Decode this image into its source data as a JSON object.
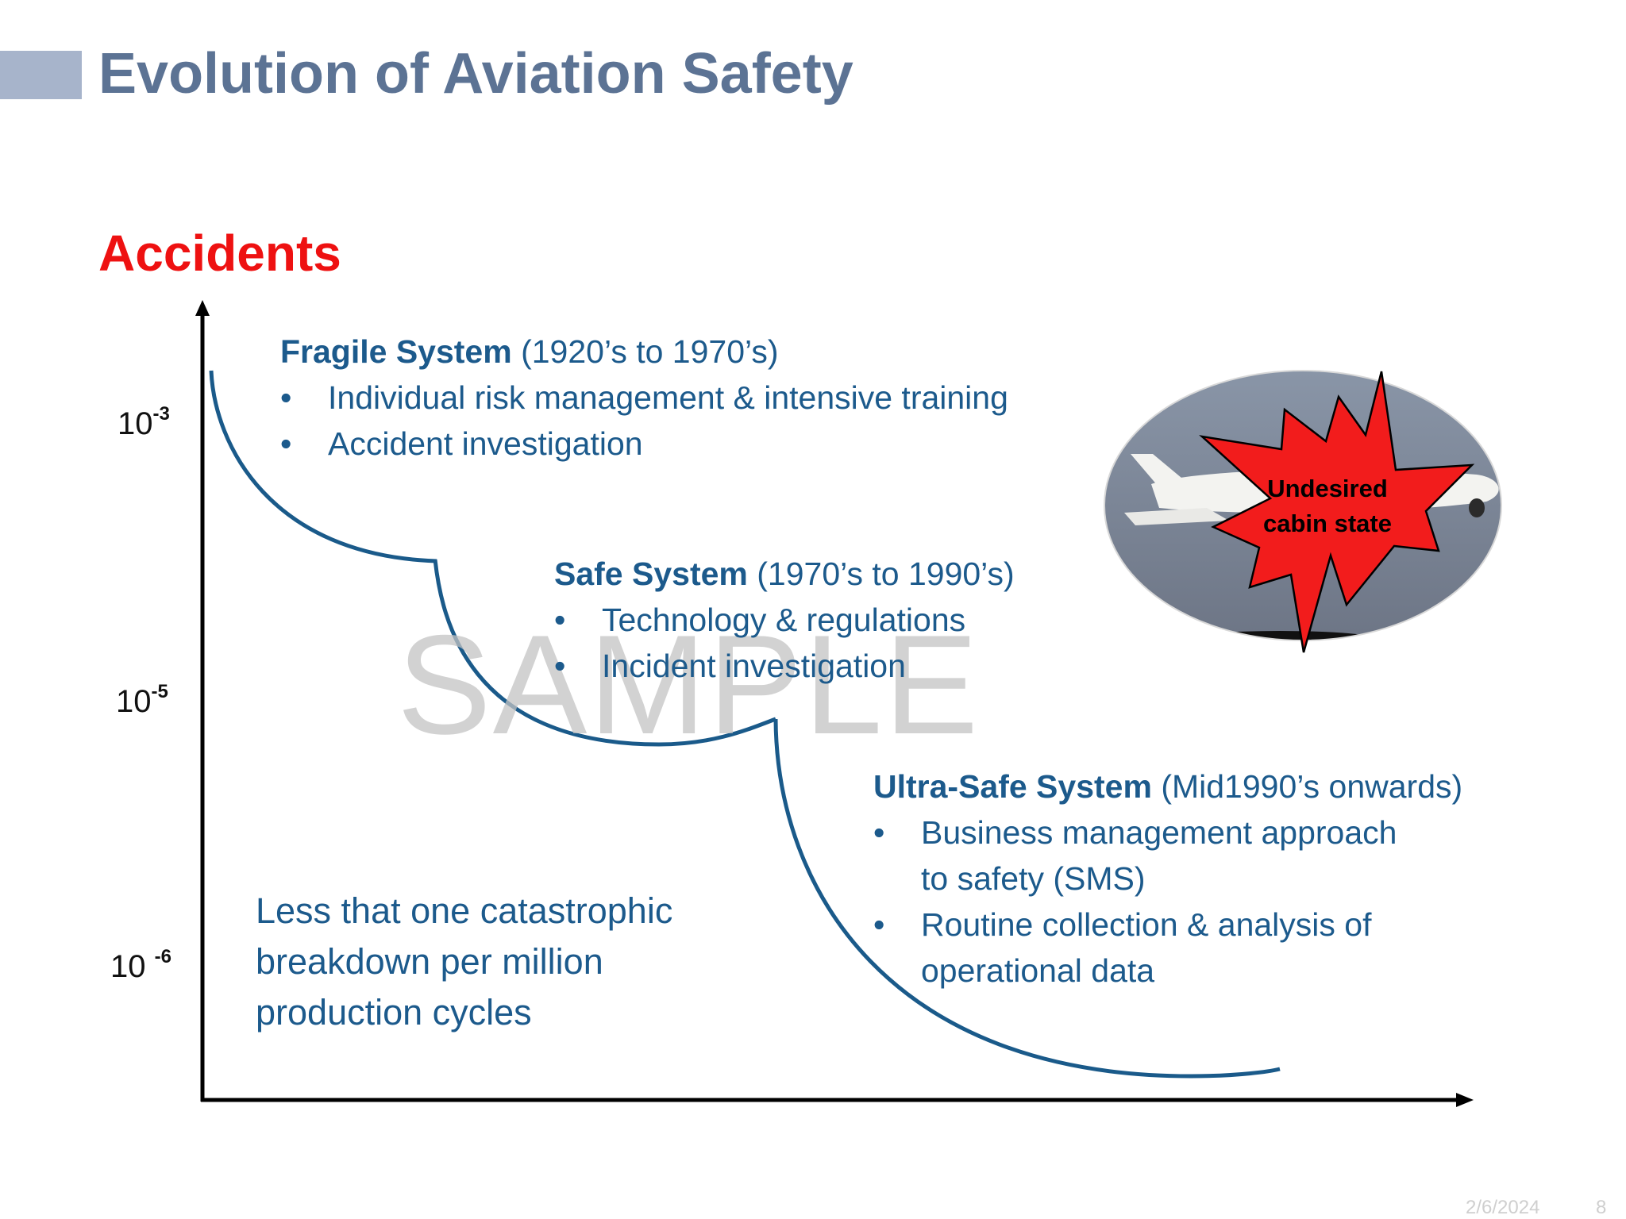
{
  "slide": {
    "title": "Evolution of Aviation Safety",
    "y_axis_label": "Accidents",
    "date": "2/6/2024",
    "page_number": "8"
  },
  "axis": {
    "tick_1e3": {
      "base": "10",
      "exp": "-3"
    },
    "tick_1e5": {
      "base": "10",
      "exp": "-5"
    },
    "tick_1e6": {
      "base": "10 ",
      "exp": "-6"
    }
  },
  "stages": {
    "fragile": {
      "name": "Fragile System",
      "period": "(1920’s to 1970’s)",
      "bullets": [
        "Individual risk management & intensive training",
        "Accident investigation"
      ]
    },
    "safe": {
      "name": "Safe System",
      "period": "(1970’s to 1990’s)",
      "bullets": [
        "Technology & regulations",
        "Incident investigation"
      ]
    },
    "ultra": {
      "name": "Ultra-Safe System",
      "period": "(Mid1990’s onwards)",
      "bullets": [
        "Business management approach to safety (SMS)",
        "Routine collection & analysis of operational data"
      ]
    }
  },
  "note": "Less that one catastrophic breakdown per million production cycles",
  "callout": {
    "line1": "Undesired",
    "line2": "cabin state"
  },
  "watermark": "SAMPLE",
  "bullet_symbol": "•",
  "colors": {
    "title": "#5c7394",
    "accent_red": "#ee1111",
    "text_blue": "#1c5a8c",
    "curve": "#1a5a8a",
    "starburst": "#f21c1c"
  }
}
